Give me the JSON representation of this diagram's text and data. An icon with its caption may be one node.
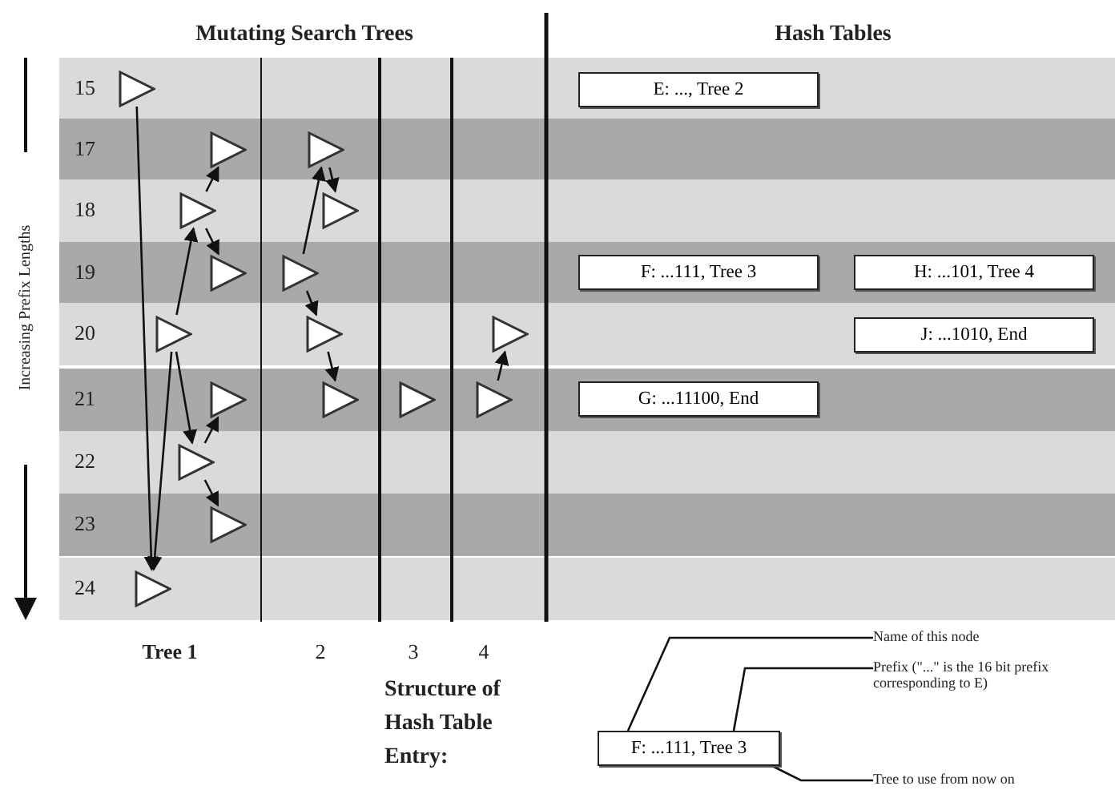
{
  "diagram": {
    "nodes": [
      {
        "text": [],
        "shape": "triangle"
      },
      {
        "text": [],
        "shape": "triangle"
      },
      {
        "text": [],
        "shape": "triangle"
      },
      {
        "text": [],
        "shape": "triangle"
      },
      {
        "text": [],
        "shape": "triangle"
      },
      {
        "text": [],
        "shape": "triangle"
      },
      {
        "text": [],
        "shape": "triangle"
      },
      {
        "text": [],
        "shape": "triangle"
      },
      {
        "text": [],
        "shape": "triangle"
      },
      {
        "text": [],
        "shape": "triangle"
      },
      {
        "text": [],
        "shape": "triangle"
      },
      {
        "text": [],
        "shape": "triangle"
      },
      {
        "text": [],
        "shape": "triangle"
      },
      {
        "text": [],
        "shape": "triangle"
      },
      {
        "text": [],
        "shape": "triangle"
      },
      {
        "text": [],
        "shape": "triangle"
      },
      {
        "text": [],
        "shape": "triangle"
      },
      {
        "text": [
          "E: ..., Tree 2"
        ]
      },
      {
        "text": [
          "F: ...111, Tree 3"
        ]
      },
      {
        "text": [
          "H: ...101, Tree 4"
        ]
      },
      {
        "text": [
          "J: ...1010, End"
        ]
      },
      {
        "text": [
          "G: ...11100, End"
        ]
      },
      {
        "text": [
          "F: ...111, Tree 3"
        ]
      },
      {
        "text": [
          "Name of this node"
        ]
      },
      {
        "text": [
          "Prefix (\"...\" is the 16 bit prefix corresponding to E)"
        ]
      },
      {
        "text": [
          "Tree to use from now on"
        ]
      }
    ],
    "edges": [
      {
        "from": 0,
        "to": 8,
        "arrow": "to"
      },
      {
        "from": 4,
        "to": 8,
        "arrow": "to"
      },
      {
        "from": 4,
        "to": 2,
        "arrow": "to"
      },
      {
        "from": 2,
        "to": 1,
        "arrow": "to"
      },
      {
        "from": 2,
        "to": 3,
        "arrow": "to"
      },
      {
        "from": 4,
        "to": 6,
        "arrow": "to"
      },
      {
        "from": 6,
        "to": 5,
        "arrow": "to"
      },
      {
        "from": 6,
        "to": 7,
        "arrow": "to"
      },
      {
        "from": 11,
        "to": 9,
        "arrow": "to"
      },
      {
        "from": 9,
        "to": 10,
        "arrow": "to"
      },
      {
        "from": 11,
        "to": 12,
        "arrow": "to"
      },
      {
        "from": 12,
        "to": 13,
        "arrow": "to"
      },
      {
        "from": 16,
        "to": 15,
        "arrow": "to"
      },
      {
        "from": 23,
        "to": 22,
        "arrow": "none"
      },
      {
        "from": 24,
        "to": 22,
        "arrow": "none"
      },
      {
        "from": 25,
        "to": 22,
        "arrow": "none"
      }
    ],
    "labels": [
      "Mutating Search Trees",
      "Hash Tables",
      "Increasing Prefix Lengths",
      "15",
      "17",
      "18",
      "19",
      "20",
      "21",
      "22",
      "23",
      "24",
      "Tree 1",
      "2",
      "3",
      "4",
      "Structure of Hash Table Entry:"
    ]
  }
}
